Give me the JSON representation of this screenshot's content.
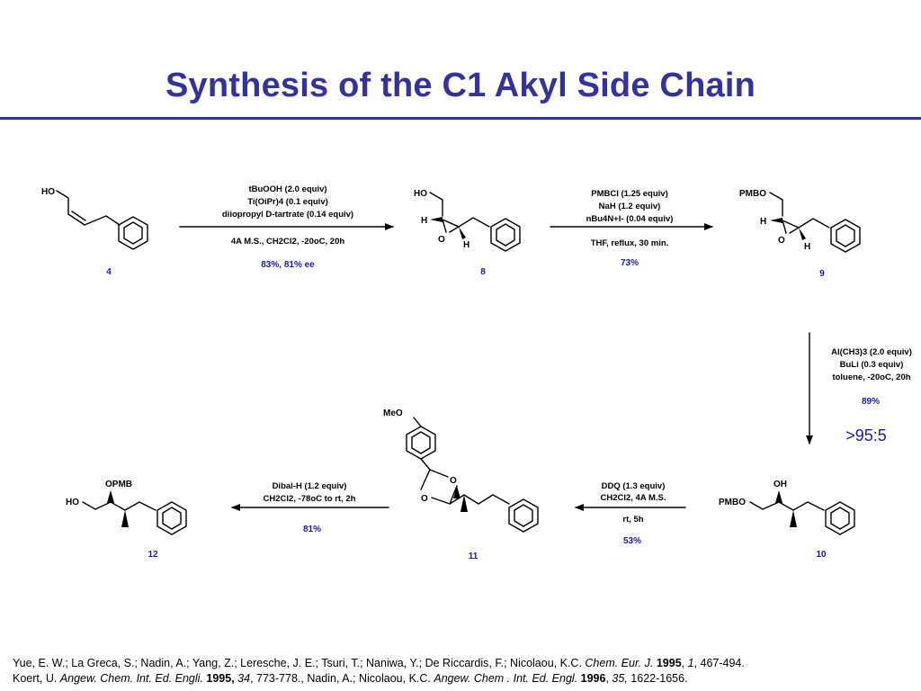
{
  "slide": {
    "title": "Synthesis of the C1 Akyl Side Chain"
  },
  "scheme": {
    "compounds": [
      {
        "number": "4",
        "labels": [
          "HO"
        ]
      },
      {
        "number": "8",
        "labels": [
          "HO",
          "H",
          "H",
          "O"
        ]
      },
      {
        "number": "9",
        "labels": [
          "PMBO",
          "H",
          "H",
          "O"
        ]
      },
      {
        "number": "10",
        "labels": [
          "OH",
          "PMBO"
        ]
      },
      {
        "number": "11",
        "labels": [
          "MeO",
          "O",
          "O"
        ]
      },
      {
        "number": "12",
        "labels": [
          "OPMB",
          "HO"
        ]
      }
    ],
    "steps": [
      {
        "conditions": [
          "tBuOOH (2.0 equiv)",
          "Ti(OiPr)4 (0.1 equiv)",
          "diiopropyl D-tartrate (0.14 equiv)",
          "4A M.S., CH2Cl2, -20oC, 20h"
        ],
        "yield": "83%, 81% ee"
      },
      {
        "conditions": [
          "PMBCl (1.25 equiv)",
          "NaH (1.2 equiv)",
          "nBu4N+I- (0.04 equiv)",
          "THF, reflux, 30 min."
        ],
        "yield": "73%"
      },
      {
        "conditions": [
          "Al(CH3)3 (2.0 equiv)",
          "BuLi (0.3 equiv)",
          "toluene, -20oC, 20h"
        ],
        "yield": "89%",
        "ratio": ">95:5"
      },
      {
        "conditions": [
          "DDQ (1.3 equiv)",
          "CH2Cl2, 4A M.S.",
          "rt, 5h"
        ],
        "yield": "53%"
      },
      {
        "conditions": [
          "Dibal-H (1.2 equiv)",
          "CH2Cl2, -78oC to rt, 2h"
        ],
        "yield": "81%"
      }
    ]
  },
  "references": [
    {
      "parts": [
        {
          "text": "Yue, E. W.; La Greca, S.; Nadin, A.; Yang, Z.; Leresche, J. E.; Tsuri, T.; Naniwa, Y.; De Riccardis, F.; Nicolaou, K.C. ",
          "style": "normal"
        },
        {
          "text": "Chem. Eur. J.",
          "style": "italic"
        },
        {
          "text": " ",
          "style": "normal"
        },
        {
          "text": "1995",
          "style": "bold"
        },
        {
          "text": ", ",
          "style": "normal"
        },
        {
          "text": "1",
          "style": "italic"
        },
        {
          "text": ", 467-494.",
          "style": "normal"
        }
      ]
    },
    {
      "parts": [
        {
          "text": "Koert, U. ",
          "style": "normal"
        },
        {
          "text": "Angew. Chem. Int. Ed. Engli.",
          "style": "italic"
        },
        {
          "text": " ",
          "style": "normal"
        },
        {
          "text": "1995,",
          "style": "bold"
        },
        {
          "text": " ",
          "style": "normal"
        },
        {
          "text": "34",
          "style": "italic"
        },
        {
          "text": ", 773-778., Nadin, A.; Nicolaou, K.C. ",
          "style": "normal"
        },
        {
          "text": "Angew. Chem . Int. Ed. Engl.",
          "style": "italic"
        },
        {
          "text": " ",
          "style": "normal"
        },
        {
          "text": "1996",
          "style": "bold"
        },
        {
          "text": ", ",
          "style": "normal"
        },
        {
          "text": "35,",
          "style": "italic"
        },
        {
          "text": " 1622-1656.",
          "style": "normal"
        }
      ]
    }
  ],
  "colors": {
    "title": "#333399",
    "accent": "#1a1aa6"
  }
}
